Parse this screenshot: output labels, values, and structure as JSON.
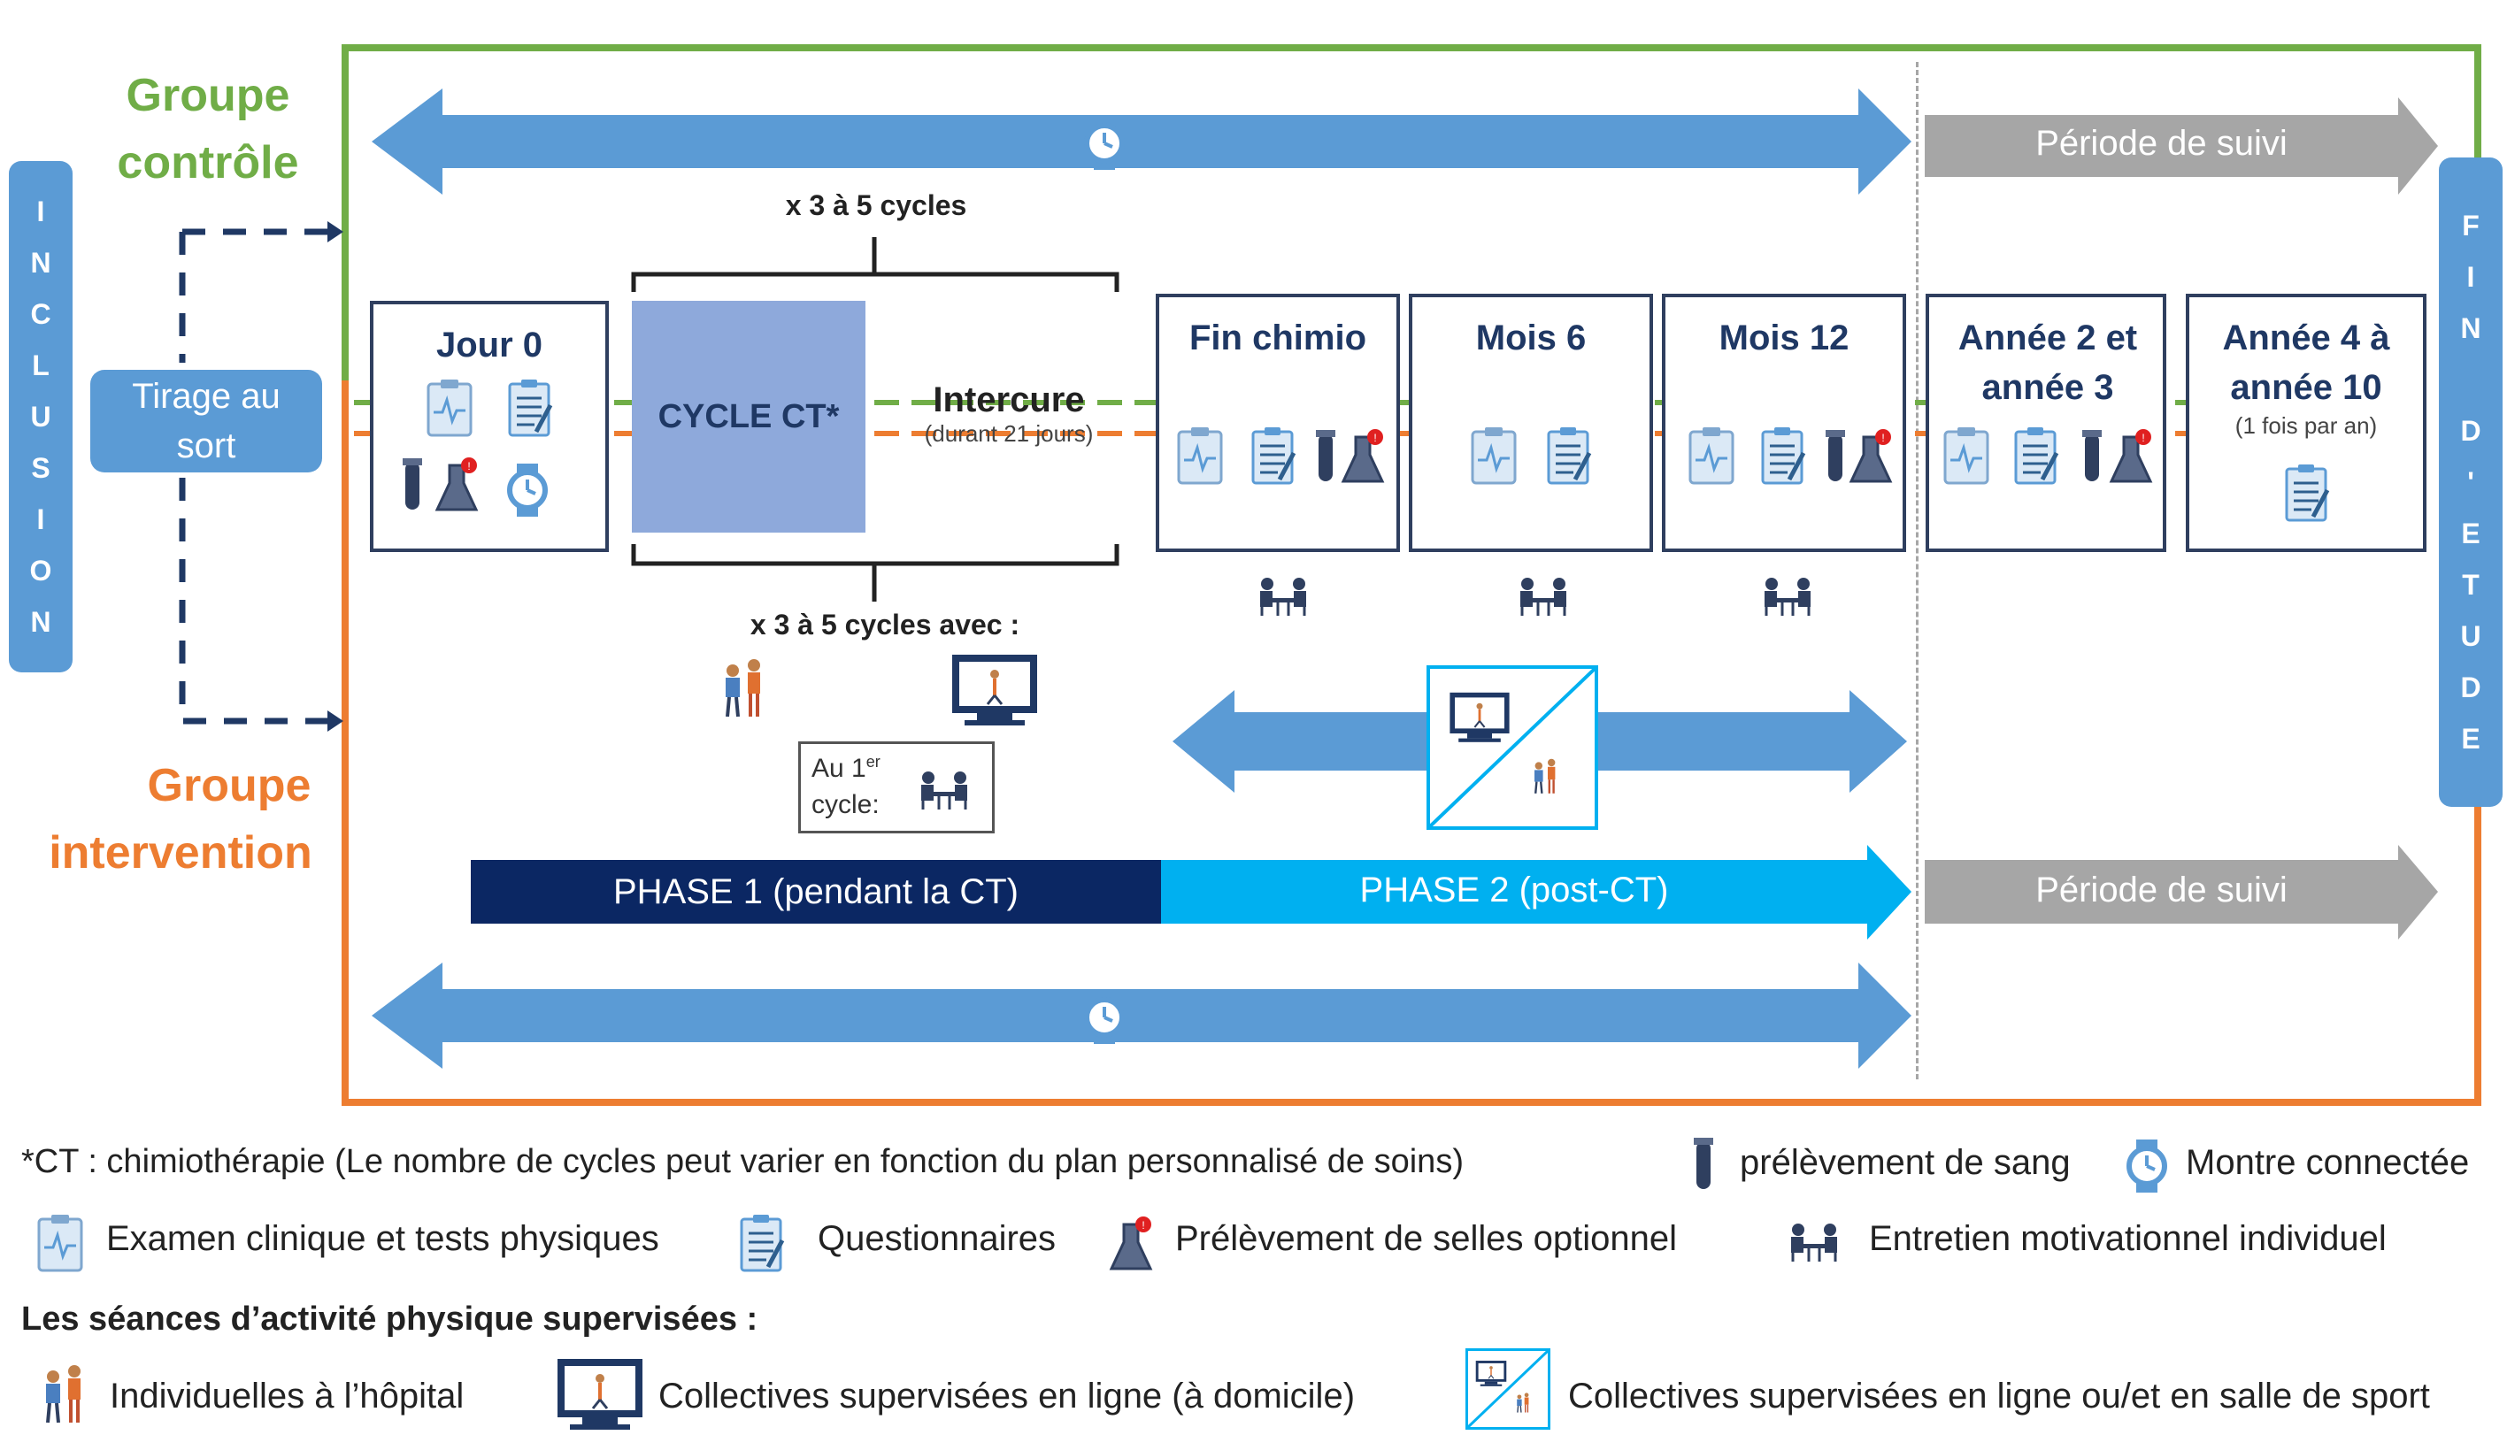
{
  "diagram": {
    "inclusion_letters": [
      "I",
      "N",
      "C",
      "L",
      "U",
      "S",
      "I",
      "O",
      "N"
    ],
    "fin_etude_letters": [
      "F",
      "I",
      "N",
      "",
      "D",
      "'",
      "E",
      "T",
      "U",
      "D",
      "E"
    ],
    "groupe_controle": {
      "line1": "Groupe",
      "line2": "contrôle"
    },
    "groupe_intervention": {
      "line1": "Groupe",
      "line2": "intervention"
    },
    "tirage": "Tirage au sort",
    "cycles_top": "x 3 à 5 cycles",
    "cycles_bottom": "x 3 à 5 cycles avec :",
    "cycle_ct": "CYCLE CT*",
    "intercure": {
      "title": "Intercure",
      "subtitle": "(durant 21 jours)"
    },
    "au_1er_cycle": {
      "line1": "Au 1",
      "sup": "er",
      "line2": "cycle:"
    },
    "timepoints": [
      {
        "title": "Jour 0"
      },
      {
        "title": "Fin chimio"
      },
      {
        "title": "Mois 6"
      },
      {
        "title": "Mois 12"
      },
      {
        "title": "Année 2 et année 3"
      },
      {
        "title": "Année 4 à année 10",
        "subtitle": "(1 fois par an)"
      }
    ],
    "periode_suivi": "Période de suivi",
    "phase1": "PHASE 1 (pendant la CT)",
    "phase2": "PHASE 2 (post-CT)"
  },
  "legend": {
    "ct_note": "*CT : chimiothérapie (Le nombre de cycles peut varier en fonction du plan personnalisé de soins)",
    "prelevement_sang": "prélèvement de sang",
    "montre": "Montre connectée",
    "examen": "Examen clinique et tests physiques",
    "questionnaires": "Questionnaires",
    "selles": "Prélèvement de selles optionnel",
    "entretien": "Entretien motivationnel individuel",
    "seances_title": "Les séances d’activité physique supervisées :",
    "individuelles": "Individuelles à l’hôpital",
    "collectives_ligne": "Collectives supervisées en ligne  (à domicile)",
    "collectives_mixte": "Collectives supervisées en ligne ou/et en salle de sport"
  },
  "colors": {
    "blue_arrow": "#5b9bd5",
    "green": "#70ad47",
    "orange": "#ed7d31",
    "grey_arrow": "#a6a6a6",
    "phase1": "#0b2763",
    "phase2": "#00b0f0",
    "box_border": "#2f3f5f"
  },
  "icons": [
    "stopwatch-icon",
    "clipboard-ecg-icon",
    "questionnaire-icon",
    "blood-tube-icon",
    "flask-icon",
    "interview-icon",
    "individual-training-icon",
    "online-class-icon",
    "mixed-class-icon"
  ]
}
